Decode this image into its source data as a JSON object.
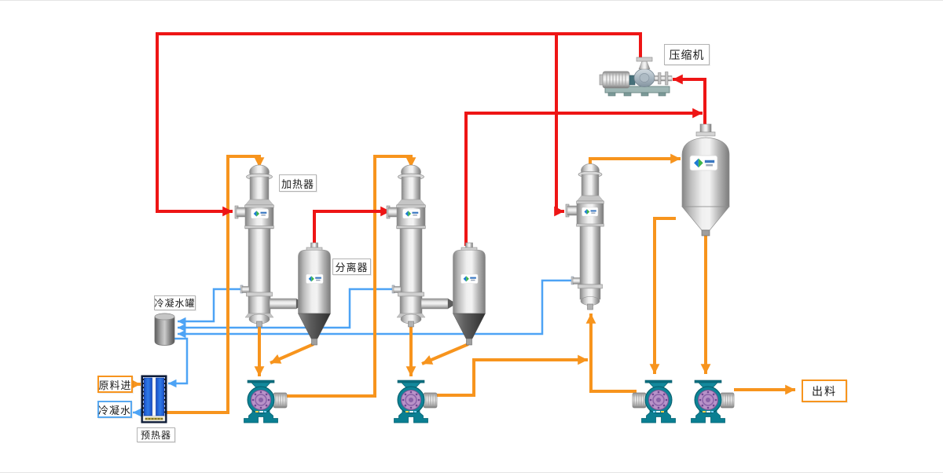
{
  "diagram": {
    "type": "process-flow-diagram",
    "description": "MVR multi-effect evaporation system flow diagram",
    "labels": {
      "compressor": "压缩机",
      "heater": "加热器",
      "separator": "分离器",
      "condensate_tank": "冷凝水罐",
      "feed_in": "原料进",
      "condensate_out": "冷凝水",
      "preheater": "预热器",
      "product_out": "出料"
    },
    "equipment": [
      "preheater",
      "heater-1",
      "separator-1",
      "heater-2",
      "separator-2",
      "evaporator-column-3",
      "vapor-separator-tank",
      "compressor",
      "condensate-tank",
      "pump-1",
      "pump-2",
      "pump-3",
      "pump-4"
    ],
    "colors": {
      "steam_line": "#ee1515",
      "feed_product_line": "#f7941d",
      "condensate_line": "#4da3f5",
      "pump_body_teal": "#0d8396",
      "pump_face_lavender": "#b892c8",
      "preheater_blue": "#2263d6",
      "vessel_metal_gray": "#c9c9c9",
      "cone_dark_gray": "#4a4a4a",
      "label_border": "#b3b3b3",
      "background": "#ffffff"
    }
  }
}
